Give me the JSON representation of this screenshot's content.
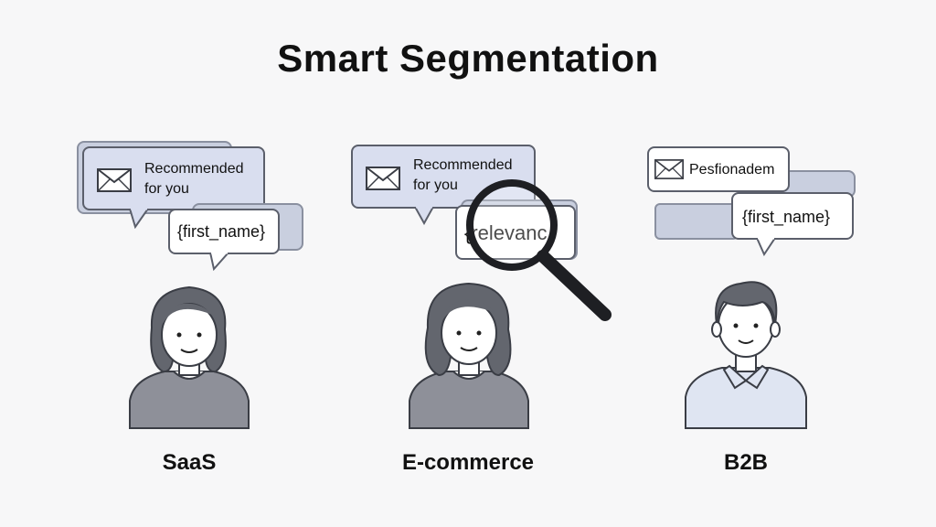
{
  "title": "Smart Segmentation",
  "personas": [
    {
      "caption": "SaaS",
      "bubble_primary": [
        "Recommended",
        "for you"
      ],
      "bubble_secondary": "{first_name}"
    },
    {
      "caption": "E-commerce",
      "bubble_primary": [
        "Recommended",
        "for you"
      ],
      "bubble_secondary": "{relevanc"
    },
    {
      "caption": "B2B",
      "bubble_primary": [
        "Pesfionadem"
      ],
      "bubble_secondary": "{first_name}"
    }
  ],
  "icons": [
    "envelope-icon",
    "magnifying-glass-icon",
    "person-avatar-icon"
  ],
  "colors": {
    "bubble_blue": "#d9deef",
    "shirt_gray": "#8e9099",
    "shirt_blue": "#dfe5f2",
    "outline": "#3a3d45"
  }
}
